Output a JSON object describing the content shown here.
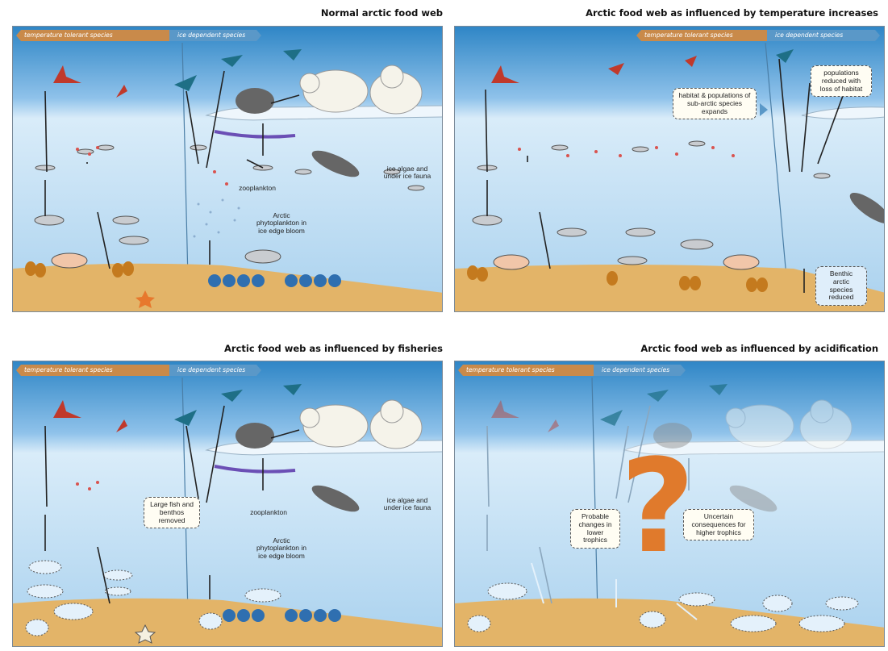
{
  "panels": [
    {
      "title": "Normal arctic food web",
      "ribbon_left": "temperature tolerant species",
      "ribbon_right": "ice dependent species",
      "labels": {
        "zooplankton": "zooplankton",
        "phytoplankton": "Arctic phytoplankton in ice edge bloom",
        "ice_algae": "ice algae and under ice fauna"
      }
    },
    {
      "title": "Arctic food web as influenced by temperature increases",
      "ribbon_left": "temperature tolerant species",
      "ribbon_right": "ice dependent species",
      "notes": {
        "habitat": "habitat & populations of sub-arctic species expands",
        "populations": "populations reduced with loss of habitat",
        "benthic": "Benthic arctic species reduced"
      }
    },
    {
      "title": "Arctic food web as influenced by fisheries",
      "ribbon_left": "temperature tolerant species",
      "ribbon_right": "ice dependent species",
      "labels": {
        "zooplankton": "zooplankton",
        "phytoplankton": "Arctic phytoplankton in ice edge bloom",
        "ice_algae": "ice algae and under ice fauna"
      },
      "notes": {
        "removed": "Large fish and benthos removed"
      }
    },
    {
      "title": "Arctic food web as influenced by acidification",
      "ribbon_left": "temperature tolerant species",
      "ribbon_right": "ice dependent species",
      "notes": {
        "probable": "Probable changes in lower trophics",
        "uncertain": "Uncertain consequences for higher trophics"
      },
      "question_mark": "?"
    }
  ],
  "colors": {
    "sky_top": "#2f86c6",
    "water": "#bcdcf2",
    "sea_floor": "#e3b468",
    "bird_tolerant": "#c0392b",
    "bird_ice": "#1e6f86",
    "question": "#e07a2c"
  }
}
